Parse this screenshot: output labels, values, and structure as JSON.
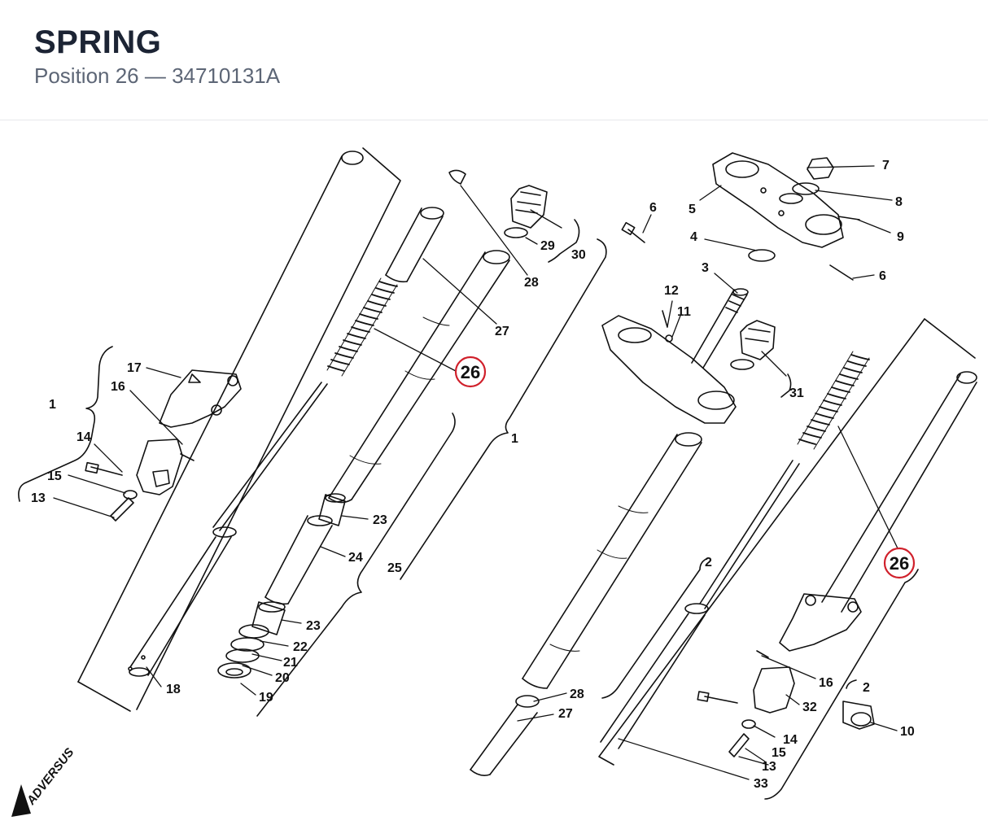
{
  "header": {
    "title": "SPRING",
    "subtitle": "Position 26 — 34710131A"
  },
  "diagram": {
    "highlight_color": "#d0202b",
    "highlighted_position": "26",
    "labels": {
      "l1a": "1",
      "l1b": "1",
      "l2a": "2",
      "l2b": "2",
      "l3": "3",
      "l4": "4",
      "l5": "5",
      "l6a": "6",
      "l6b": "6",
      "l7": "7",
      "l8": "8",
      "l9": "9",
      "l10": "10",
      "l11": "11",
      "l12": "12",
      "l13a": "13",
      "l13b": "13",
      "l14a": "14",
      "l14b": "14",
      "l15a": "15",
      "l15b": "15",
      "l16a": "16",
      "l16b": "16",
      "l17": "17",
      "l18": "18",
      "l19": "19",
      "l20": "20",
      "l21": "21",
      "l22": "22",
      "l23a": "23",
      "l23b": "23",
      "l24": "24",
      "l25": "25",
      "l26a": "26",
      "l26b": "26",
      "l27a": "27",
      "l27b": "27",
      "l28a": "28",
      "l28b": "28",
      "l29": "29",
      "l30": "30",
      "l31": "31",
      "l32": "32",
      "l33": "33"
    },
    "brand_mark": "ADVERSUS"
  }
}
